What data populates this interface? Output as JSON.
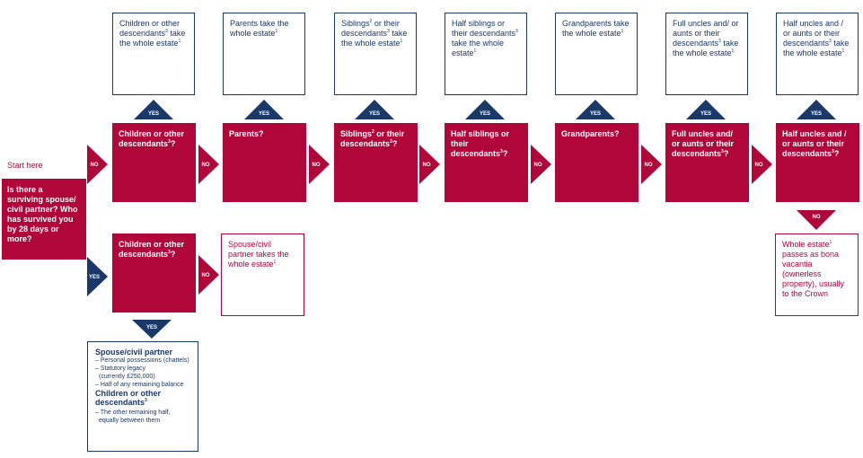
{
  "start": {
    "label": "Start here",
    "question": "Is there a surviving spouse/ civil partner? Who has survived you by 28 days or more?"
  },
  "labels": {
    "yes": "YES",
    "no": "NO"
  },
  "top_row": [
    {
      "question": "Children or other descendants",
      "q_sup": "3",
      "q_end": "?",
      "outcome": "Children or other descendants",
      "o_sup": "3",
      "o_end": " take the whole estate",
      "o_sup2": "1"
    },
    {
      "question": "Parents?",
      "q_sup": "",
      "q_end": "",
      "outcome": "Parents take the whole estate",
      "o_sup": "1",
      "o_end": "",
      "o_sup2": ""
    },
    {
      "question": "Siblings",
      "q_sup": "2",
      "q_end": " or their descendants",
      "q_sup2": "3",
      "q_end2": "?",
      "outcome": "Siblings",
      "o_sup": "2",
      "o_end": " or their descendants",
      "o_sup2": "3",
      "o_end2": " take the whole estate",
      "o_sup3": "1"
    },
    {
      "question": "Half siblings or their descendants",
      "q_sup": "3",
      "q_end": "?",
      "outcome": "Half siblings or their descendants",
      "o_sup": "3",
      "o_end": " take the whole estate",
      "o_sup2": "1"
    },
    {
      "question": "Grandparents?",
      "q_sup": "",
      "q_end": "",
      "outcome": "Grandparents take the whole estate",
      "o_sup": "1",
      "o_end": "",
      "o_sup2": ""
    },
    {
      "question": "Full uncles and/ or aunts or their descendants",
      "q_sup": "3",
      "q_end": "?",
      "outcome": "Full uncles and/ or aunts or their descendants",
      "o_sup": "3",
      "o_end": " take the whole estate",
      "o_sup2": "1"
    },
    {
      "question": "Half uncles and / or aunts or their descendants",
      "q_sup": "3",
      "q_end": "?",
      "outcome": "Half uncles and / or aunts or their descendants",
      "o_sup": "3",
      "o_end": " take the whole estate",
      "o_sup2": "1"
    }
  ],
  "crown": {
    "text_a": "Whole estate",
    "sup": "1",
    "text_b": " passes as bona vacantia (ownerless property), usually to the Crown"
  },
  "spouse_branch": {
    "question": "Children or other descendants",
    "q_sup": "3",
    "q_end": "?",
    "no_outcome_a": "Spouse/civil partner takes the whole estate",
    "no_outcome_sup": "1"
  },
  "final": {
    "heading1": "Spouse/civil partner",
    "items1": [
      "– Personal possessions (chattels)",
      "– Statutory legacy",
      "(currently £250,000)",
      "– Half of any remaining balance"
    ],
    "heading2": "Children or other descendants",
    "heading2_sup": "3",
    "items2": [
      "– The other remaining half,",
      "equally between them"
    ]
  },
  "colors": {
    "red": "#b0063a",
    "navy": "#1a3868"
  }
}
